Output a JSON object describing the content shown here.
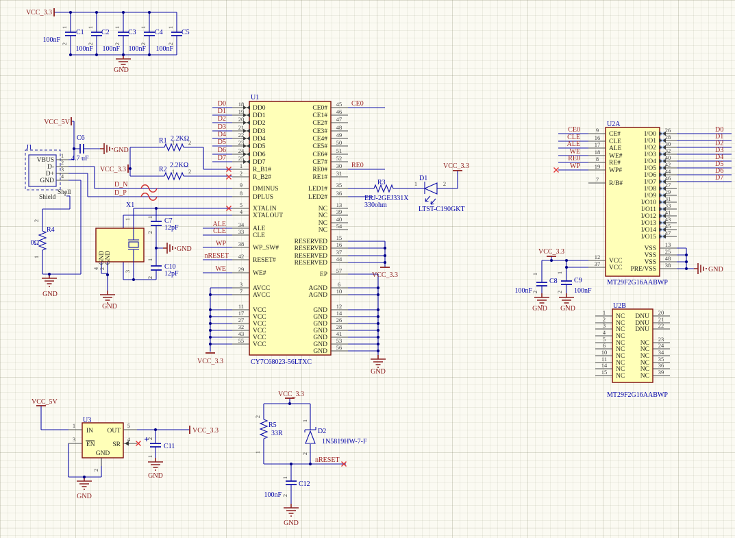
{
  "colors": {
    "wire": "#0d0da8",
    "ic_fill": "#ffffb8",
    "ic_border": "#7d0b0b",
    "net_label": "#9c2222",
    "power": "#8b1a1a",
    "component": "#0202a8"
  },
  "power": {
    "vcc33": "VCC_3.3",
    "vcc5": "VCC_5V",
    "gnd": "GND"
  },
  "nets": {
    "d0": "D0",
    "d1": "D1",
    "d2": "D2",
    "d3": "D3",
    "d4": "D4",
    "d5": "D5",
    "d6": "D6",
    "d7": "D7",
    "ce0": "CE0",
    "re0": "RE0",
    "ale": "ALE",
    "cle": "CLE",
    "wp": "WP",
    "we": "WE",
    "nreset": "nRESET",
    "dn": "D_N",
    "dp": "D_P"
  },
  "dig": {
    "1": "1",
    "2": "2",
    "3": "3",
    "4": "4"
  },
  "caps": {
    "c1": {
      "ref": "C1",
      "val": "100nF"
    },
    "c2": {
      "ref": "C2",
      "val": "100nF"
    },
    "c3": {
      "ref": "C3",
      "val": "100nF"
    },
    "c4": {
      "ref": "C4",
      "val": "100nF"
    },
    "c5": {
      "ref": "C5",
      "val": "100nF"
    },
    "c6": {
      "ref": "C6",
      "val": "4.7 uF"
    },
    "c7": {
      "ref": "C7",
      "val": "12pF"
    },
    "c8": {
      "ref": "C8",
      "val": "100nF"
    },
    "c9": {
      "ref": "C9",
      "val": "100nF"
    },
    "c10": {
      "ref": "C10",
      "val": "12pF"
    },
    "c11": {
      "ref": "C11"
    },
    "c12": {
      "ref": "C12",
      "val": "100nF"
    }
  },
  "resistors": {
    "r1": {
      "ref": "R1",
      "val": "2.2KΩ"
    },
    "r2": {
      "ref": "R2",
      "val": "2.2KΩ"
    },
    "r3": {
      "ref": "R3",
      "part": "ERJ-2GEJ331X",
      "val": "330ohm"
    },
    "r4": {
      "ref": "R4",
      "val": "0Ω"
    },
    "r5": {
      "ref": "R5",
      "val": "33R"
    }
  },
  "diodes": {
    "d1": {
      "ref": "D1",
      "part": "LTST-C190GKT"
    },
    "d2": {
      "ref": "D2",
      "part": "1N5819HW-7-F"
    }
  },
  "j1": {
    "ref": "J1",
    "shield": "Shield",
    "shell": "Shell",
    "pins": [
      {
        "n": "1",
        "name": "VBUS"
      },
      {
        "n": "2",
        "name": "D-"
      },
      {
        "n": "3",
        "name": "D+"
      },
      {
        "n": "4",
        "name": "GND"
      }
    ]
  },
  "x1": {
    "ref": "X1"
  },
  "u3": {
    "ref": "U3",
    "pins": {
      "in": {
        "n": "1",
        "name": "IN"
      },
      "out": {
        "n": "5",
        "name": "OUT"
      },
      "en": {
        "n": "3",
        "name": "EN"
      },
      "sr": {
        "n": "4",
        "name": "SR"
      },
      "gnd": {
        "n": "2",
        "name": "GND"
      }
    }
  },
  "u1": {
    "ref": "U1",
    "part": "CY7C68023-56LTXC",
    "left": [
      {
        "n": "18",
        "name": "DD0"
      },
      {
        "n": "19",
        "name": "DD1"
      },
      {
        "n": "20",
        "name": "DD2"
      },
      {
        "n": "21",
        "name": "DD3"
      },
      {
        "n": "22",
        "name": "DD4"
      },
      {
        "n": "23",
        "name": "DD5"
      },
      {
        "n": "24",
        "name": "DD6"
      },
      {
        "n": "25",
        "name": "DD7"
      },
      {
        "n": "1",
        "name": "R_B1#"
      },
      {
        "n": "2",
        "name": "R_B2#"
      },
      {
        "n": "9",
        "name": "DMINUS"
      },
      {
        "n": "8",
        "name": "DPLUS"
      },
      {
        "n": "5",
        "name": "XTALIN"
      },
      {
        "n": "4",
        "name": "XTALOUT"
      },
      {
        "n": "34",
        "name": "ALE"
      },
      {
        "n": "33",
        "name": "CLE"
      },
      {
        "n": "38",
        "name": "WP_SW#"
      },
      {
        "n": "42",
        "name": "RESET#"
      },
      {
        "n": "29",
        "name": "WE#"
      },
      {
        "n": "3",
        "name": "AVCC"
      },
      {
        "n": "7",
        "name": "AVCC"
      },
      {
        "n": "11",
        "name": "VCC"
      },
      {
        "n": "17",
        "name": "VCC"
      },
      {
        "n": "27",
        "name": "VCC"
      },
      {
        "n": "32",
        "name": "VCC"
      },
      {
        "n": "43",
        "name": "VCC"
      },
      {
        "n": "55",
        "name": "VCC"
      }
    ],
    "right": [
      {
        "n": "45",
        "name": "CE0#"
      },
      {
        "n": "46",
        "name": "CE1#"
      },
      {
        "n": "47",
        "name": "CE2#"
      },
      {
        "n": "48",
        "name": "CE3#"
      },
      {
        "n": "49",
        "name": "CE4#"
      },
      {
        "n": "50",
        "name": "CE5#"
      },
      {
        "n": "51",
        "name": "CE6#"
      },
      {
        "n": "52",
        "name": "CE7#"
      },
      {
        "n": "30",
        "name": "RE0#"
      },
      {
        "n": "31",
        "name": "RE1#"
      },
      {
        "n": "35",
        "name": "LED1#"
      },
      {
        "n": "36",
        "name": "LED2#"
      },
      {
        "n": "13",
        "name": "NC"
      },
      {
        "n": "39",
        "name": "NC"
      },
      {
        "n": "40",
        "name": "NC"
      },
      {
        "n": "54",
        "name": "NC"
      },
      {
        "n": "15",
        "name": "RESERVED"
      },
      {
        "n": "16",
        "name": "RESERVED"
      },
      {
        "n": "37",
        "name": "RESERVED"
      },
      {
        "n": "44",
        "name": "RESERVED"
      },
      {
        "n": "57",
        "name": "EP"
      },
      {
        "n": "6",
        "name": "AGND"
      },
      {
        "n": "10",
        "name": "AGND"
      },
      {
        "n": "12",
        "name": "GND"
      },
      {
        "n": "14",
        "name": "GND"
      },
      {
        "n": "26",
        "name": "GND"
      },
      {
        "n": "28",
        "name": "GND"
      },
      {
        "n": "41",
        "name": "GND"
      },
      {
        "n": "53",
        "name": "GND"
      },
      {
        "n": "56",
        "name": "GND"
      }
    ]
  },
  "u2a": {
    "ref": "U2A",
    "part": "MT29F2G16AABWP",
    "left": [
      {
        "n": "9",
        "name": "CE#"
      },
      {
        "n": "16",
        "name": "CLE"
      },
      {
        "n": "17",
        "name": "ALE"
      },
      {
        "n": "18",
        "name": "WE#"
      },
      {
        "n": "8",
        "name": "RE#"
      },
      {
        "n": "19",
        "name": "WP#"
      },
      {
        "n": "7",
        "name": "R/B#"
      },
      {
        "n": "12",
        "name": "VCC"
      },
      {
        "n": "37",
        "name": "VCC"
      }
    ],
    "right": [
      {
        "n": "26",
        "name": "I/O0"
      },
      {
        "n": "28",
        "name": "I/O1"
      },
      {
        "n": "30",
        "name": "I/O2"
      },
      {
        "n": "32",
        "name": "I/O3"
      },
      {
        "n": "40",
        "name": "I/O4"
      },
      {
        "n": "42",
        "name": "I/O5"
      },
      {
        "n": "44",
        "name": "I/O6"
      },
      {
        "n": "46",
        "name": "I/O7"
      },
      {
        "n": "27",
        "name": "I/O8"
      },
      {
        "n": "29",
        "name": "I/O9"
      },
      {
        "n": "31",
        "name": "I/O10"
      },
      {
        "n": "33",
        "name": "I/O11"
      },
      {
        "n": "41",
        "name": "I/O12"
      },
      {
        "n": "43",
        "name": "I/O13"
      },
      {
        "n": "45",
        "name": "I/O14"
      },
      {
        "n": "47",
        "name": "I/O15"
      },
      {
        "n": "13",
        "name": "VSS"
      },
      {
        "n": "25",
        "name": "VSS"
      },
      {
        "n": "48",
        "name": "VSS"
      },
      {
        "n": "38",
        "name": "PRE/VSS"
      }
    ]
  },
  "u2b": {
    "ref": "U2B",
    "part": "MT29F2G16AABWP",
    "left": [
      {
        "n": "1",
        "name": "NC"
      },
      {
        "n": "2",
        "name": "NC"
      },
      {
        "n": "3",
        "name": "NC"
      },
      {
        "n": "4",
        "name": "NC"
      },
      {
        "n": "5",
        "name": "NC"
      },
      {
        "n": "6",
        "name": "NC"
      },
      {
        "n": "10",
        "name": "NC"
      },
      {
        "n": "11",
        "name": "NC"
      },
      {
        "n": "14",
        "name": "NC"
      },
      {
        "n": "15",
        "name": "NC"
      }
    ],
    "right": [
      {
        "n": "20",
        "name": "DNU"
      },
      {
        "n": "21",
        "name": "DNU"
      },
      {
        "n": "22",
        "name": "DNU"
      },
      {
        "n": "23",
        "name": "NC"
      },
      {
        "n": "24",
        "name": "NC"
      },
      {
        "n": "34",
        "name": "NC"
      },
      {
        "n": "35",
        "name": "NC"
      },
      {
        "n": "36",
        "name": "NC"
      },
      {
        "n": "39",
        "name": "NC"
      }
    ]
  }
}
